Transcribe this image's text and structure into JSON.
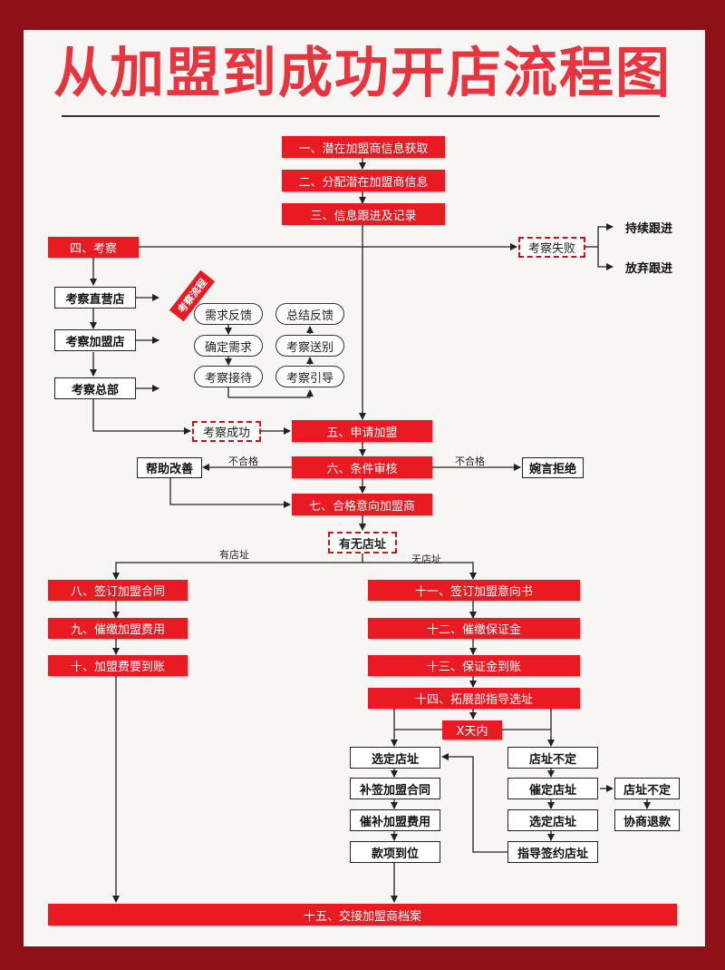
{
  "title": "从加盟到成功开店流程图",
  "steps": {
    "s1": "一、潜在加盟商信息获取",
    "s2": "二、分配潜在加盟商信息",
    "s3": "三、信息跟进及记录",
    "s4": "四、考察",
    "s5": "五、申请加盟",
    "s6": "六、条件审核",
    "s7": "七、合格意向加盟商",
    "s8": "八、签订加盟合同",
    "s9": "九、催缴加盟费用",
    "s10": "十、加盟费要到账",
    "s11": "十一、签订加盟意向书",
    "s12": "十二、催缴保证金",
    "s13": "十三、保证金到账",
    "s14": "十四、拓展部指导选址",
    "s15": "十五、交接加盟商档案"
  },
  "inspection": {
    "direct_store": "考察直营店",
    "franchise_store": "考察加盟店",
    "headquarters": "考察总部",
    "process_tag": "考察流程",
    "success": "考察成功",
    "fail": "考察失败",
    "continue_follow": "持续跟进",
    "give_up": "放弃跟进",
    "pills": {
      "demand_feedback": "需求反馈",
      "confirm_demand": "确定需求",
      "reception": "考察接待",
      "summary_feedback": "总结反馈",
      "farewell": "考察送别",
      "guidance": "考察引导"
    }
  },
  "review": {
    "help_improve": "帮助改善",
    "reject": "婉言拒绝",
    "unqualified_left": "不合格",
    "unqualified_right": "不合格"
  },
  "store_check": {
    "question": "有无店址",
    "has_store": "有店址",
    "no_store": "无店址"
  },
  "site_selection": {
    "x_days": "X天内",
    "selected": "选定店址",
    "supplement_contract": "补签加盟合同",
    "urge_fee": "催补加盟费用",
    "payment_arrived": "款项到位",
    "undecided": "店址不定",
    "urge_decide": "催定店址",
    "selected_right": "选定店址",
    "guide_sign": "指导签约店址",
    "undecided_right": "店址不定",
    "negotiate_refund": "协商退款"
  }
}
